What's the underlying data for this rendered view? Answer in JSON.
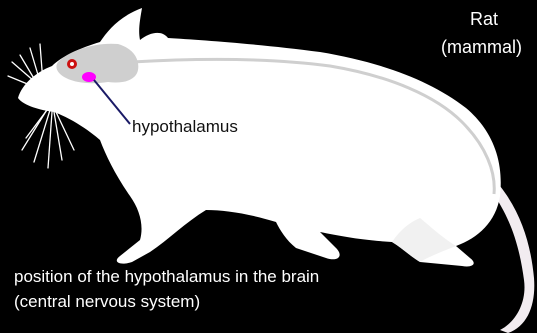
{
  "figure": {
    "background_color": "#000000",
    "body_color": "#ffffff",
    "brain_color": "#cfcfcf",
    "hypothalamus_color": "#ff00ff",
    "eye_color": "#cc1111",
    "pointer_color": "#1a1a66"
  },
  "labels": {
    "species": "Rat",
    "class": "(mammal)",
    "hypothalamus": "hypothalamus"
  },
  "caption": {
    "line1": "position of the hypothalamus in the brain",
    "line2": "(central nervous system)"
  },
  "icons": {
    "illustration": "rat-silhouette"
  }
}
